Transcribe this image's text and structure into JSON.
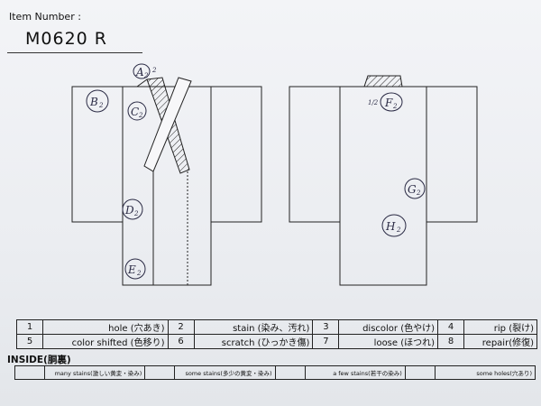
{
  "header": {
    "item_label": "Item Number :",
    "item_number": "M0620   R"
  },
  "markers": {
    "a": "A",
    "a_sub": "2",
    "a_extra": "2",
    "b": "B",
    "b_sub": "2",
    "c": "C",
    "c_sub": "2",
    "d": "D",
    "d_sub": "2",
    "e": "E",
    "e_sub": "2",
    "f": "F",
    "f_sub": "2",
    "f_extra": "1/2",
    "g": "G",
    "g_sub": "2",
    "h": "H",
    "h_sub": "2"
  },
  "legend": {
    "rows": [
      [
        {
          "num": "1",
          "label": "hole (穴あき)"
        },
        {
          "num": "2",
          "label": "stain (染み、汚れ)"
        },
        {
          "num": "3",
          "label": "discolor (色やけ)"
        },
        {
          "num": "4",
          "label": "rip (裂け)"
        }
      ],
      [
        {
          "num": "5",
          "label": "color shifted (色移り)"
        },
        {
          "num": "6",
          "label": "scratch (ひっかき傷)"
        },
        {
          "num": "7",
          "label": "loose (ほつれ)"
        },
        {
          "num": "8",
          "label": "repair(修復)"
        }
      ]
    ]
  },
  "inside": {
    "label": "INSIDE(胴裏)",
    "items": [
      "many stains(激しい黄変・染み)",
      "some stains(多少の黄変・染み)",
      "a few stains(若干の染み)",
      "some holes(穴あり)"
    ]
  }
}
